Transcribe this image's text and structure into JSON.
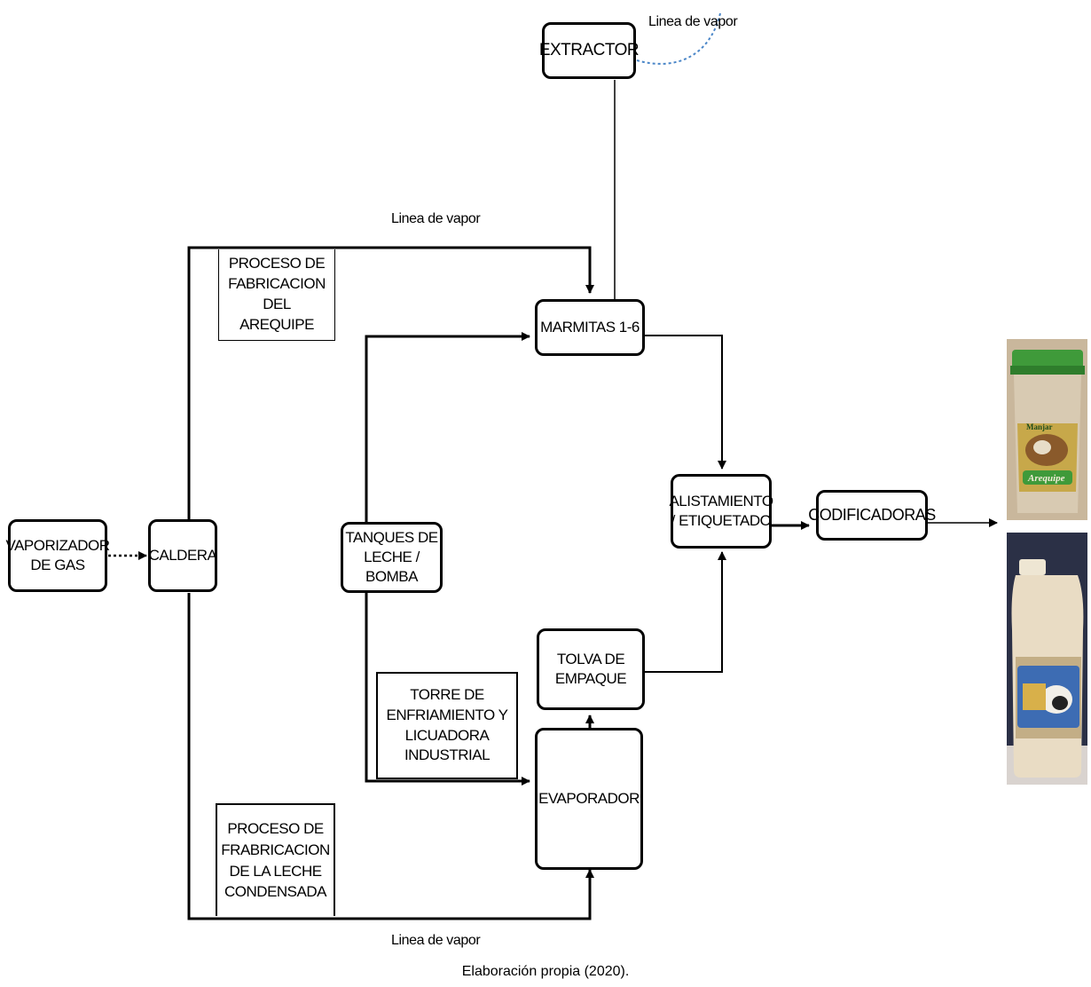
{
  "nodes": {
    "extractor": "EXTRACTOR",
    "caldera": "CALDERA",
    "vaporizador": "VAPORIZADOR DE GAS",
    "marmitas": "MARMITAS 1-6",
    "tanques": "TANQUES DE LECHE / BOMBA",
    "alistamiento": "ALISTAMIENTO / ETIQUETADO",
    "codificadoras": "CODIFICADORAS",
    "tolva": "TOLVA DE EMPAQUE",
    "evaporador": "EVAPORADOR"
  },
  "labels": {
    "proceso_arequipe": "PROCESO DE FABRICACION DEL AREQUIPE",
    "proceso_leche": "PROCESO DE FRABRICACION DE LA LECHE CONDENSADA",
    "torre": "TORRE DE ENFRIAMIENTO Y LICUADORA INDUSTRIAL",
    "vapor_top": "Linea de vapor",
    "vapor_mid": "Linea de vapor",
    "vapor_bottom": "Linea de vapor"
  },
  "products": {
    "arequipe_brand": "Manjar",
    "arequipe_name": "Arequipe"
  },
  "caption": "Elaboración propia (2020).",
  "colors": {
    "line": "#000000",
    "dotted_curve": "#4a86c8",
    "bucket_lid": "#3f9a3a",
    "arequipe": "#8a5a2b",
    "condensed_milk": "#e9dcc4"
  }
}
